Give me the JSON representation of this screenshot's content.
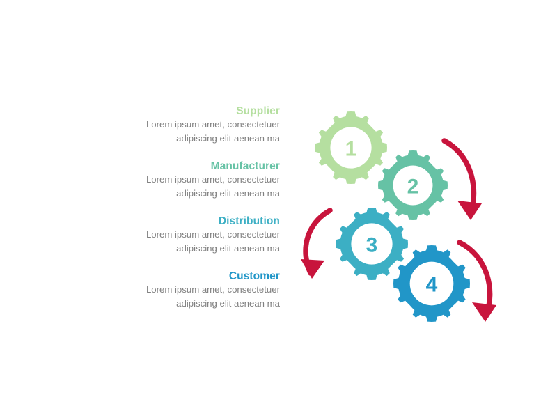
{
  "slide": {
    "background": "#ffffff",
    "accent_red": "#c8143c",
    "body_text_color": "#808080"
  },
  "steps": [
    {
      "number": "1",
      "title": "Supplier",
      "desc_line1": "Lorem ipsum amet, consectetuer",
      "desc_line2": "adipiscing elit aenean ma",
      "color": "#b5dfa0"
    },
    {
      "number": "2",
      "title": "Manufacturer",
      "desc_line1": "Lorem ipsum amet, consectetuer",
      "desc_line2": "adipiscing elit aenean ma",
      "color": "#66c2a5"
    },
    {
      "number": "3",
      "title": "Distribution",
      "desc_line1": "Lorem ipsum amet, consectetuer",
      "desc_line2": "adipiscing elit aenean ma",
      "color": "#3cafc4"
    },
    {
      "number": "4",
      "title": "Customer",
      "desc_line1": "Lorem ipsum amet, consectetuer",
      "desc_line2": "adipiscing elit aenean ma",
      "color": "#2196c8"
    }
  ],
  "arrows": [
    {
      "name": "arrow-1-to-2",
      "color": "#c8143c"
    },
    {
      "name": "arrow-2-to-3",
      "color": "#c8143c"
    },
    {
      "name": "arrow-3-to-4",
      "color": "#c8143c"
    }
  ]
}
